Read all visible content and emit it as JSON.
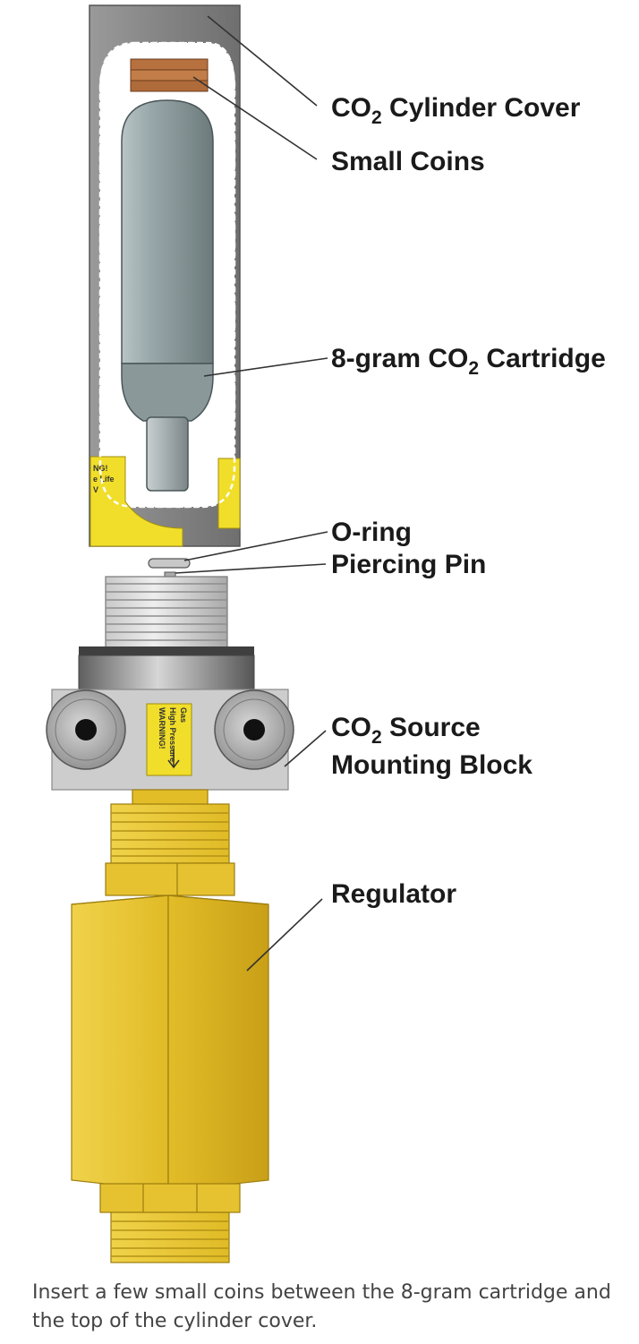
{
  "labels": {
    "cylinder_cover": {
      "main": "CO",
      "sub": "2",
      "rest": " Cylinder Cover"
    },
    "small_coins": "Small Coins",
    "cartridge": {
      "main": "8-gram CO",
      "sub": "2",
      "rest": " Cartridge"
    },
    "o_ring": "O-ring",
    "piercing_pin": "Piercing Pin",
    "source_block": {
      "main": "CO",
      "sub": "2",
      "rest": " Source",
      "line2": "Mounting Block"
    },
    "regulator": "Regulator"
  },
  "sticker_text": {
    "cover_lines": [
      "NG!",
      "e Life",
      "V"
    ],
    "block_lines": [
      "WARNING!",
      "High Pressure",
      "Gas"
    ]
  },
  "caption": "Insert a few small coins between the 8-gram cartridge and the top of the cylinder cover.",
  "colors": {
    "cover_gray": "#8c8c8c",
    "brass": "#e3bf2a",
    "label_yellow": "#f1de2a",
    "coin_copper": "#b6713f",
    "cartridge_teal": "#92a2a4"
  }
}
